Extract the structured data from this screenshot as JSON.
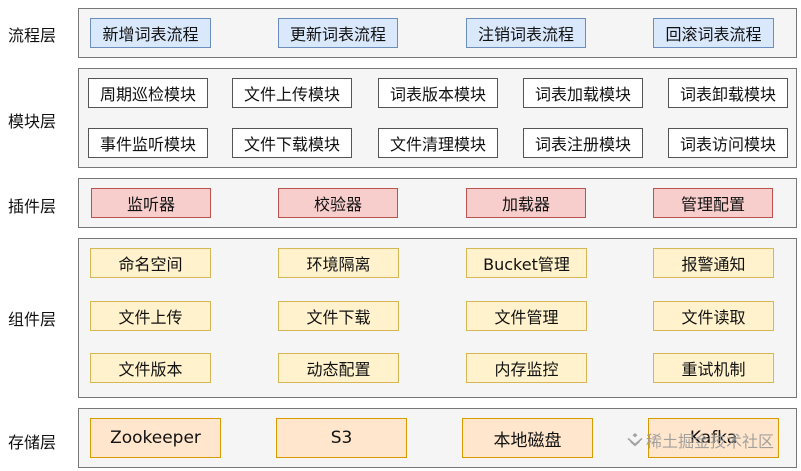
{
  "layers": {
    "flow": {
      "label": "流程层",
      "items": [
        "新增词表流程",
        "更新词表流程",
        "注销词表流程",
        "回滚词表流程"
      ]
    },
    "module": {
      "label": "模块层",
      "rows": [
        [
          "周期巡检模块",
          "文件上传模块",
          "词表版本模块",
          "词表加载模块",
          "词表卸载模块"
        ],
        [
          "事件监听模块",
          "文件下载模块",
          "文件清理模块",
          "词表注册模块",
          "词表访问模块"
        ]
      ]
    },
    "plugin": {
      "label": "插件层",
      "items": [
        "监听器",
        "校验器",
        "加载器",
        "管理配置"
      ]
    },
    "component": {
      "label": "组件层",
      "rows": [
        [
          "命名空间",
          "环境隔离",
          "Bucket管理",
          "报警通知"
        ],
        [
          "文件上传",
          "文件下载",
          "文件管理",
          "文件读取"
        ],
        [
          "文件版本",
          "动态配置",
          "内存监控",
          "重试机制"
        ]
      ]
    },
    "storage": {
      "label": "存储层",
      "items": [
        "Zookeeper",
        "S3",
        "本地磁盘",
        "Kafka"
      ]
    }
  },
  "watermark": "稀土掘金技术社区",
  "colors": {
    "flow_fill": "#dae8fc",
    "flow_border": "#6c8ebf",
    "plugin_fill": "#f8cecc",
    "plugin_border": "#b85450",
    "component_fill": "#fff2cc",
    "component_border": "#d6b656",
    "storage_fill": "#ffe6cc",
    "storage_border": "#d79b00",
    "panel_fill": "#f5f5f5"
  }
}
